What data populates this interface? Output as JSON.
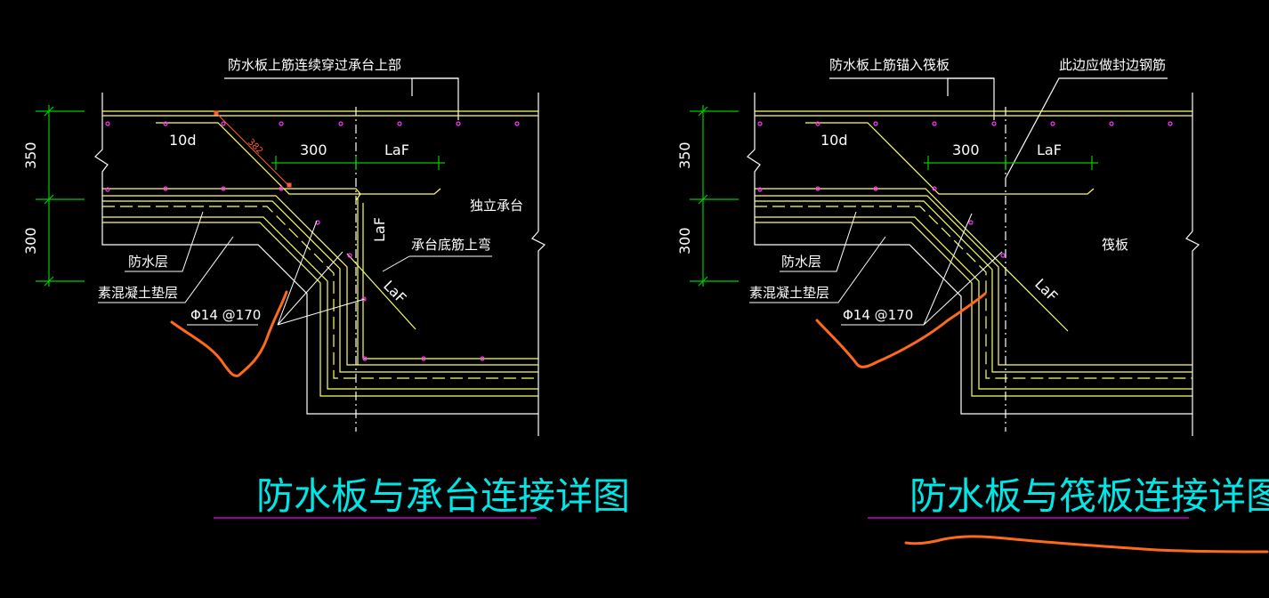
{
  "colors": {
    "background": "#000000",
    "outline": "#ffffff",
    "rebar": "#ffff66",
    "dimension": "#00cc00",
    "rebar_dot": "#ff33ff",
    "title": "#00e5e5",
    "title_underline": "#cc00cc",
    "markup": "#ff6a1a"
  },
  "left": {
    "top_label": "防水板上筋连续穿过承台上部",
    "dim_350": "350",
    "dim_300_side": "300",
    "dim_10d": "10d",
    "dim_300": "300",
    "dim_laf": "LaF",
    "small_label": "382",
    "label_laf_v": "LaF",
    "label_laf_d": "LaF",
    "label_cap": "独立承台",
    "label_cap_bottom": "承台底筋上弯",
    "label_waterproof": "防水层",
    "label_cushion": "素混凝土垫层",
    "label_bar": "Φ14 @170",
    "title": "防水板与承台连接详图"
  },
  "right": {
    "top_label_1": "防水板上筋锚入筏板",
    "top_label_2": "此边应做封边钢筋",
    "dim_350": "350",
    "dim_300_side": "300",
    "dim_10d": "10d",
    "dim_300": "300",
    "dim_laf": "LaF",
    "label_laf_d": "LaF",
    "label_raft": "筏板",
    "label_waterproof": "防水层",
    "label_cushion": "素混凝土垫层",
    "label_bar": "Φ14 @170",
    "title": "防水板与筏板连接详图"
  }
}
